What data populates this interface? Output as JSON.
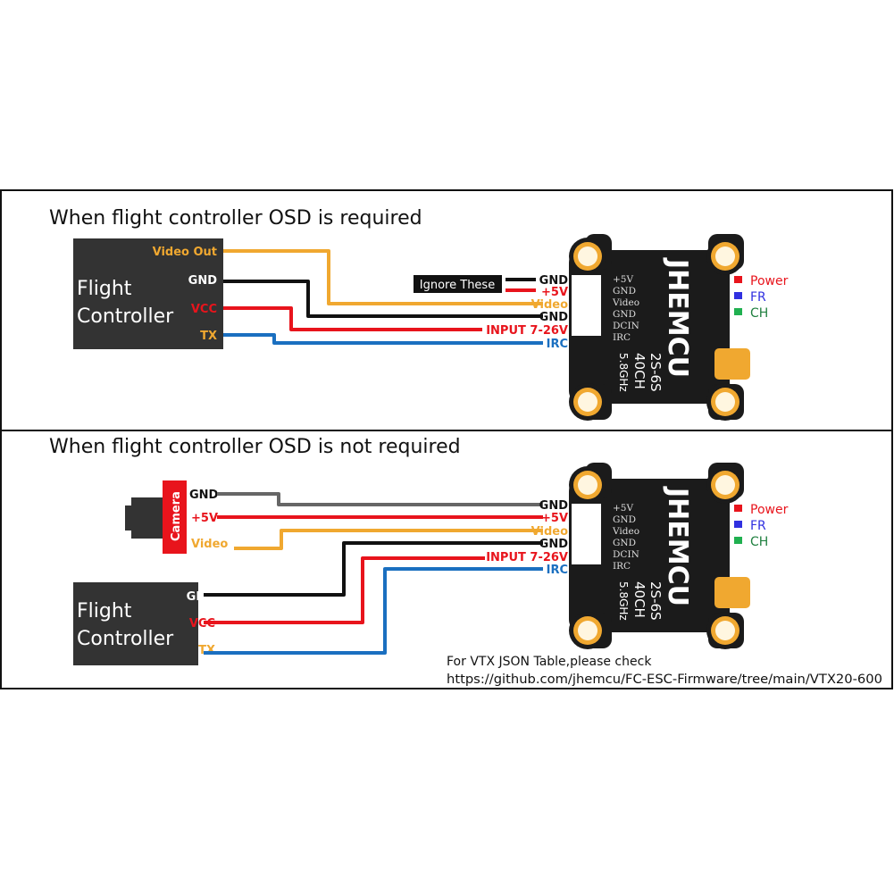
{
  "colors": {
    "video": "#f0a830",
    "gnd": "#111111",
    "gnd_camera": "#666666",
    "power": "#e8141c",
    "irc": "#1a6fc0",
    "board": "#1b1b1b",
    "pad": "#f0a830",
    "led_power": "#e8141c",
    "led_fr": "#3030e0",
    "led_ch": "#20b050"
  },
  "section1": {
    "title": "When flight controller OSD is required",
    "fc": {
      "line1": "Flight",
      "line2": "Controller",
      "pins": [
        "Video Out",
        "GND",
        "VCC",
        "TX"
      ]
    },
    "ignore_label": "Ignore These",
    "vtx_wires": [
      "GND",
      "+5V",
      "Video",
      "GND",
      "INPUT 7-26V",
      "IRC"
    ]
  },
  "section2": {
    "title": "When flight controller OSD is not required",
    "camera": {
      "label": "Camera",
      "pins": [
        "GND",
        "+5V",
        "Video"
      ]
    },
    "fc": {
      "line1": "Flight",
      "line2": "Controller",
      "pins": [
        "GND",
        "VCC",
        "TX"
      ]
    },
    "vtx_wires": [
      "GND",
      "+5V",
      "Video",
      "GND",
      "INPUT 7-26V",
      "IRC"
    ],
    "note_line1": "For VTX JSON Table,please check",
    "note_line2": "https://github.com/jhemcu/FC-ESC-Firmware/tree/main/VTX20-600"
  },
  "board": {
    "brand": "JHEMCU",
    "spec1": "2S-6S",
    "spec2": "40CH",
    "spec3": "5.8GHz",
    "pins": [
      "+5V",
      "GND",
      "Video",
      "GND",
      "DCIN",
      "IRC"
    ],
    "leds": [
      "Power",
      "FR",
      "CH"
    ]
  }
}
